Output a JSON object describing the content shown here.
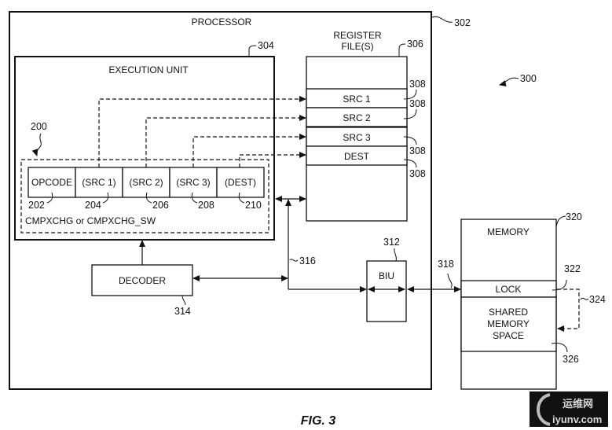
{
  "figure": {
    "caption": "FIG. 3",
    "system_ref": "300"
  },
  "processor": {
    "label": "PROCESSOR",
    "ref": "302"
  },
  "execution_unit": {
    "label": "EXECUTION UNIT",
    "ref": "304"
  },
  "instruction": {
    "ref": "200",
    "name": "CMPXCHG or CMPXCHG_SW",
    "fields": [
      {
        "label": "OPCODE",
        "ref": "202"
      },
      {
        "label": "(SRC 1)",
        "ref": "204"
      },
      {
        "label": "(SRC 2)",
        "ref": "206"
      },
      {
        "label": "(SRC 3)",
        "ref": "208"
      },
      {
        "label": "(DEST)",
        "ref": "210"
      }
    ]
  },
  "register_file": {
    "label_line1": "REGISTER",
    "label_line2": "FILE(S)",
    "ref": "306",
    "registers": [
      {
        "label": "SRC 1",
        "ref": "308"
      },
      {
        "label": "SRC 2",
        "ref": "308"
      },
      {
        "label": "SRC 3",
        "ref": "308"
      },
      {
        "label": "DEST",
        "ref": "308"
      }
    ]
  },
  "decoder": {
    "label": "DECODER",
    "ref": "314"
  },
  "bus_internal": {
    "ref": "316"
  },
  "biu": {
    "label": "BIU",
    "ref": "312"
  },
  "bus_external": {
    "ref": "318"
  },
  "memory": {
    "label": "MEMORY",
    "ref": "320",
    "lock": {
      "label": "LOCK",
      "ref": "322"
    },
    "lock_link_ref": "324",
    "shared": {
      "line1": "SHARED",
      "line2": "MEMORY",
      "line3": "SPACE",
      "ref": "326"
    }
  },
  "watermark": {
    "line1": "运维网",
    "line2": "iyunv.com"
  }
}
